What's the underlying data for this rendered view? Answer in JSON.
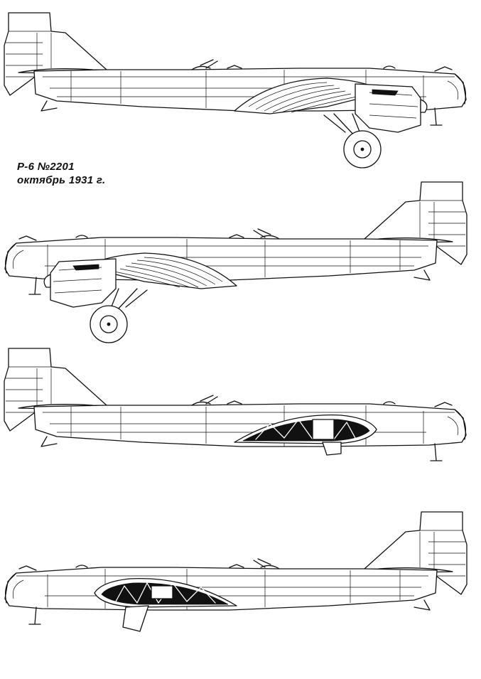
{
  "caption": {
    "line1": "Р-6 №2201",
    "line2": "октябрь 1931 г."
  },
  "views": [
    {
      "name": "left-side-view"
    },
    {
      "name": "right-side-view"
    },
    {
      "name": "left-side-section-view"
    },
    {
      "name": "right-side-section-view"
    }
  ]
}
